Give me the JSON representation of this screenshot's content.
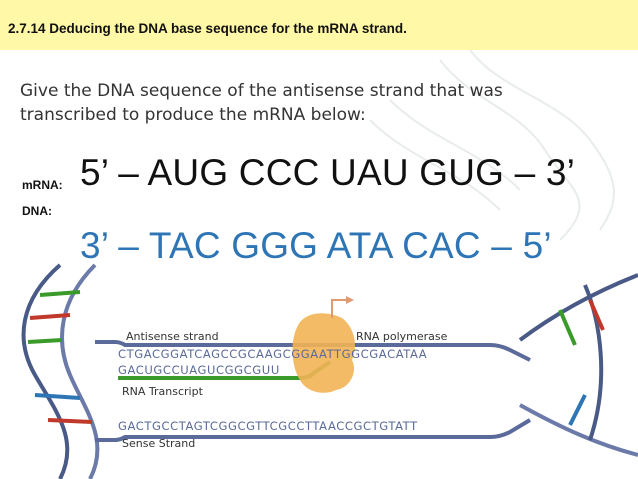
{
  "title": "2.7.14 Deducing the DNA base sequence for the mRNA strand.",
  "prompt": "Give the DNA sequence of the antisense strand that was transcribed to produce the mRNA below:",
  "labels": {
    "mrna": "mRNA:",
    "dna": "DNA:"
  },
  "sequences": {
    "mrna": "5’ – AUG CCC UAU GUG – 3’",
    "dna": "3’ – TAC GGG ATA CAC – 5’"
  },
  "diagram": {
    "antisense_label": "Antisense strand",
    "rna_polymerase_label": "RNA polymerase",
    "antisense_seq": "CTGACGGATCAGCCGCAAGCGGAATTGGCGACATAA",
    "transcript_seq": "GACUGCCUAGUCGGCGUU",
    "transcript_label": "RNA Transcript",
    "sense_seq": "GACTGCCTAGTCGGCGTTCGCCTTAACCGCTGTATT",
    "sense_label": "Sense Strand"
  },
  "colors": {
    "title_bg": "#fff8a6",
    "answer": "#2e75b6",
    "transcript_line": "#3a9a2a",
    "polymerase": "#f2b455",
    "strand": "#5a6a9a"
  }
}
